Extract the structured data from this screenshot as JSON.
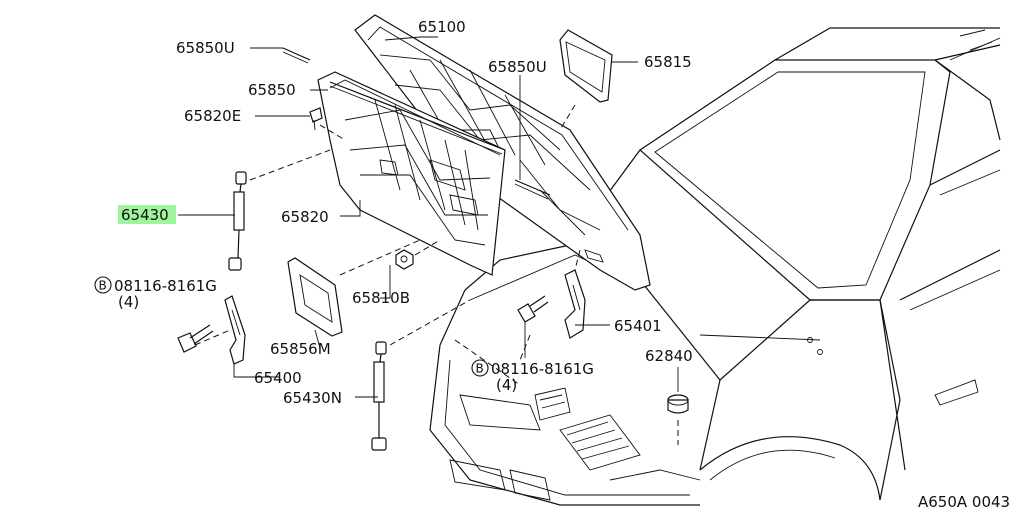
{
  "diagram_code": "A650A 0043",
  "bolt_symbol": "B",
  "labels": {
    "p65100": "65100",
    "p65850U_left": "65850U",
    "p65850U_right": "65850U",
    "p65815": "65815",
    "p65850": "65850",
    "p65820E": "65820E",
    "p65430": "65430",
    "p65820": "65820",
    "p65810B": "65810B",
    "p65401": "65401",
    "p62840": "62840",
    "bolt_left": "08116-8161G",
    "bolt_left_qty": "(4)",
    "bolt_right": "08116-8161G",
    "bolt_right_qty": "(4)",
    "p65856M": "65856M",
    "p65400": "65400",
    "p65430N": "65430N"
  },
  "highlight_color": "#9ef59e",
  "highlighted_part": "65430"
}
